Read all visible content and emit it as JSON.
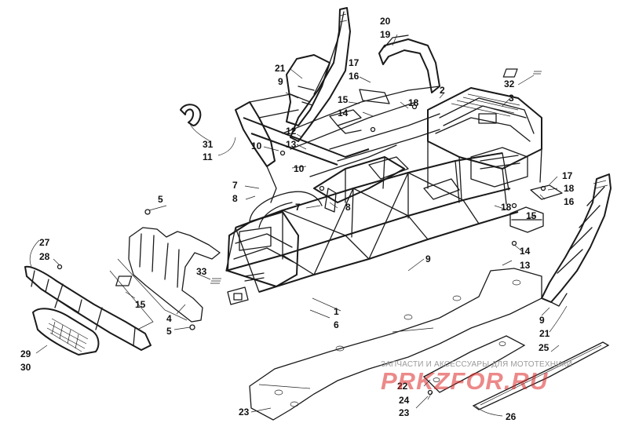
{
  "diagram": {
    "callouts": [
      "1",
      "2",
      "3",
      "4",
      "5",
      "5",
      "6",
      "7",
      "7",
      "8",
      "8",
      "9",
      "9",
      "9",
      "10",
      "10",
      "11",
      "12",
      "13",
      "13",
      "14",
      "14",
      "15",
      "15",
      "15",
      "16",
      "16",
      "17",
      "17",
      "18",
      "18",
      "18",
      "19",
      "20",
      "21",
      "21",
      "22",
      "23",
      "23",
      "24",
      "25",
      "26",
      "27",
      "28",
      "29",
      "30",
      "31",
      "32",
      "33"
    ]
  },
  "watermark": {
    "caption": "ЗАПЧАСТИ И АКСЕССУАРЫ ДЛЯ МОТОТЕХНИКИ",
    "logo": "PRKZFOR.RU",
    "logo_color": "#dc2828"
  }
}
